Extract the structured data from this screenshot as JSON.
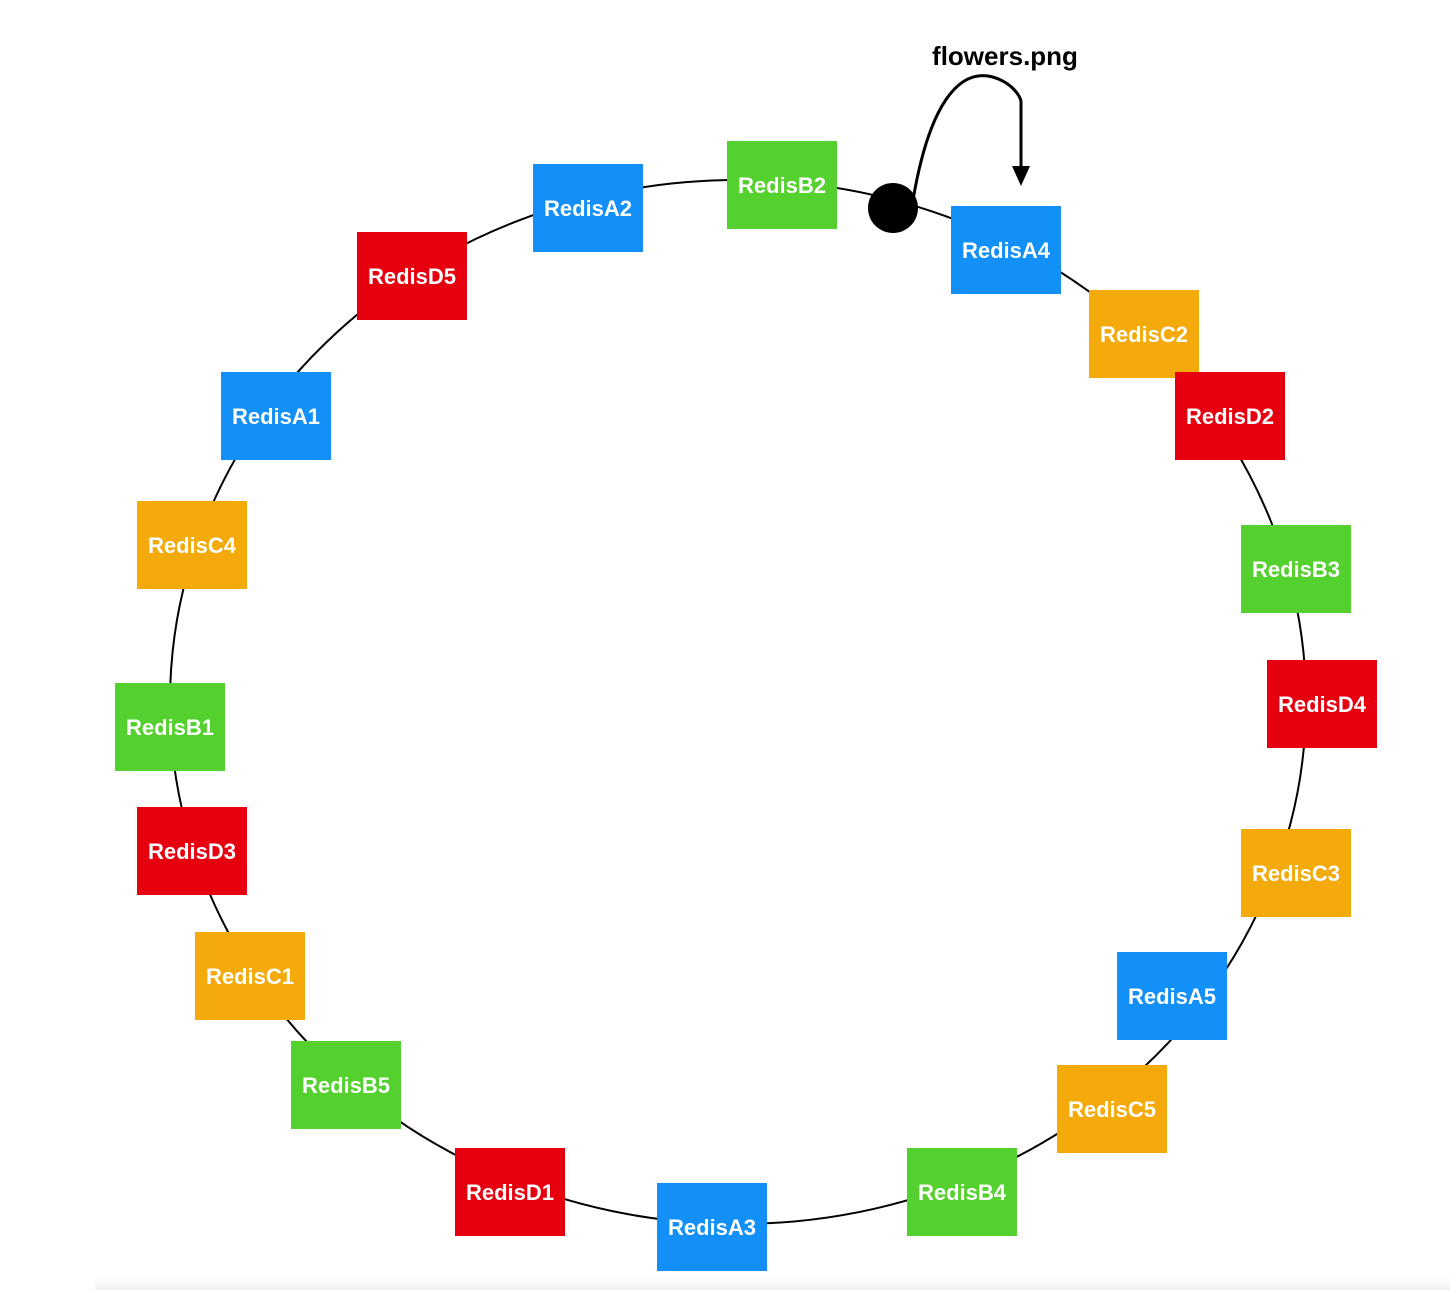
{
  "colors": {
    "A": "#1290f8",
    "B": "#54d12e",
    "C": "#f3aa0a",
    "D": "#e6000f",
    "ring": "#000000",
    "background": "#ffffff"
  },
  "key": {
    "label": "flowers.png"
  },
  "nodes": [
    {
      "label": "RedisA2",
      "group": "A"
    },
    {
      "label": "RedisB2",
      "group": "B"
    },
    {
      "label": "RedisA4",
      "group": "A"
    },
    {
      "label": "RedisC2",
      "group": "C"
    },
    {
      "label": "RedisD2",
      "group": "D"
    },
    {
      "label": "RedisB3",
      "group": "B"
    },
    {
      "label": "RedisD4",
      "group": "D"
    },
    {
      "label": "RedisC3",
      "group": "C"
    },
    {
      "label": "RedisA5",
      "group": "A"
    },
    {
      "label": "RedisC5",
      "group": "C"
    },
    {
      "label": "RedisB4",
      "group": "B"
    },
    {
      "label": "RedisA3",
      "group": "A"
    },
    {
      "label": "RedisD1",
      "group": "D"
    },
    {
      "label": "RedisB5",
      "group": "B"
    },
    {
      "label": "RedisC1",
      "group": "C"
    },
    {
      "label": "RedisD3",
      "group": "D"
    },
    {
      "label": "RedisB1",
      "group": "B"
    },
    {
      "label": "RedisC4",
      "group": "C"
    },
    {
      "label": "RedisA1",
      "group": "A"
    },
    {
      "label": "RedisD5",
      "group": "D"
    }
  ]
}
